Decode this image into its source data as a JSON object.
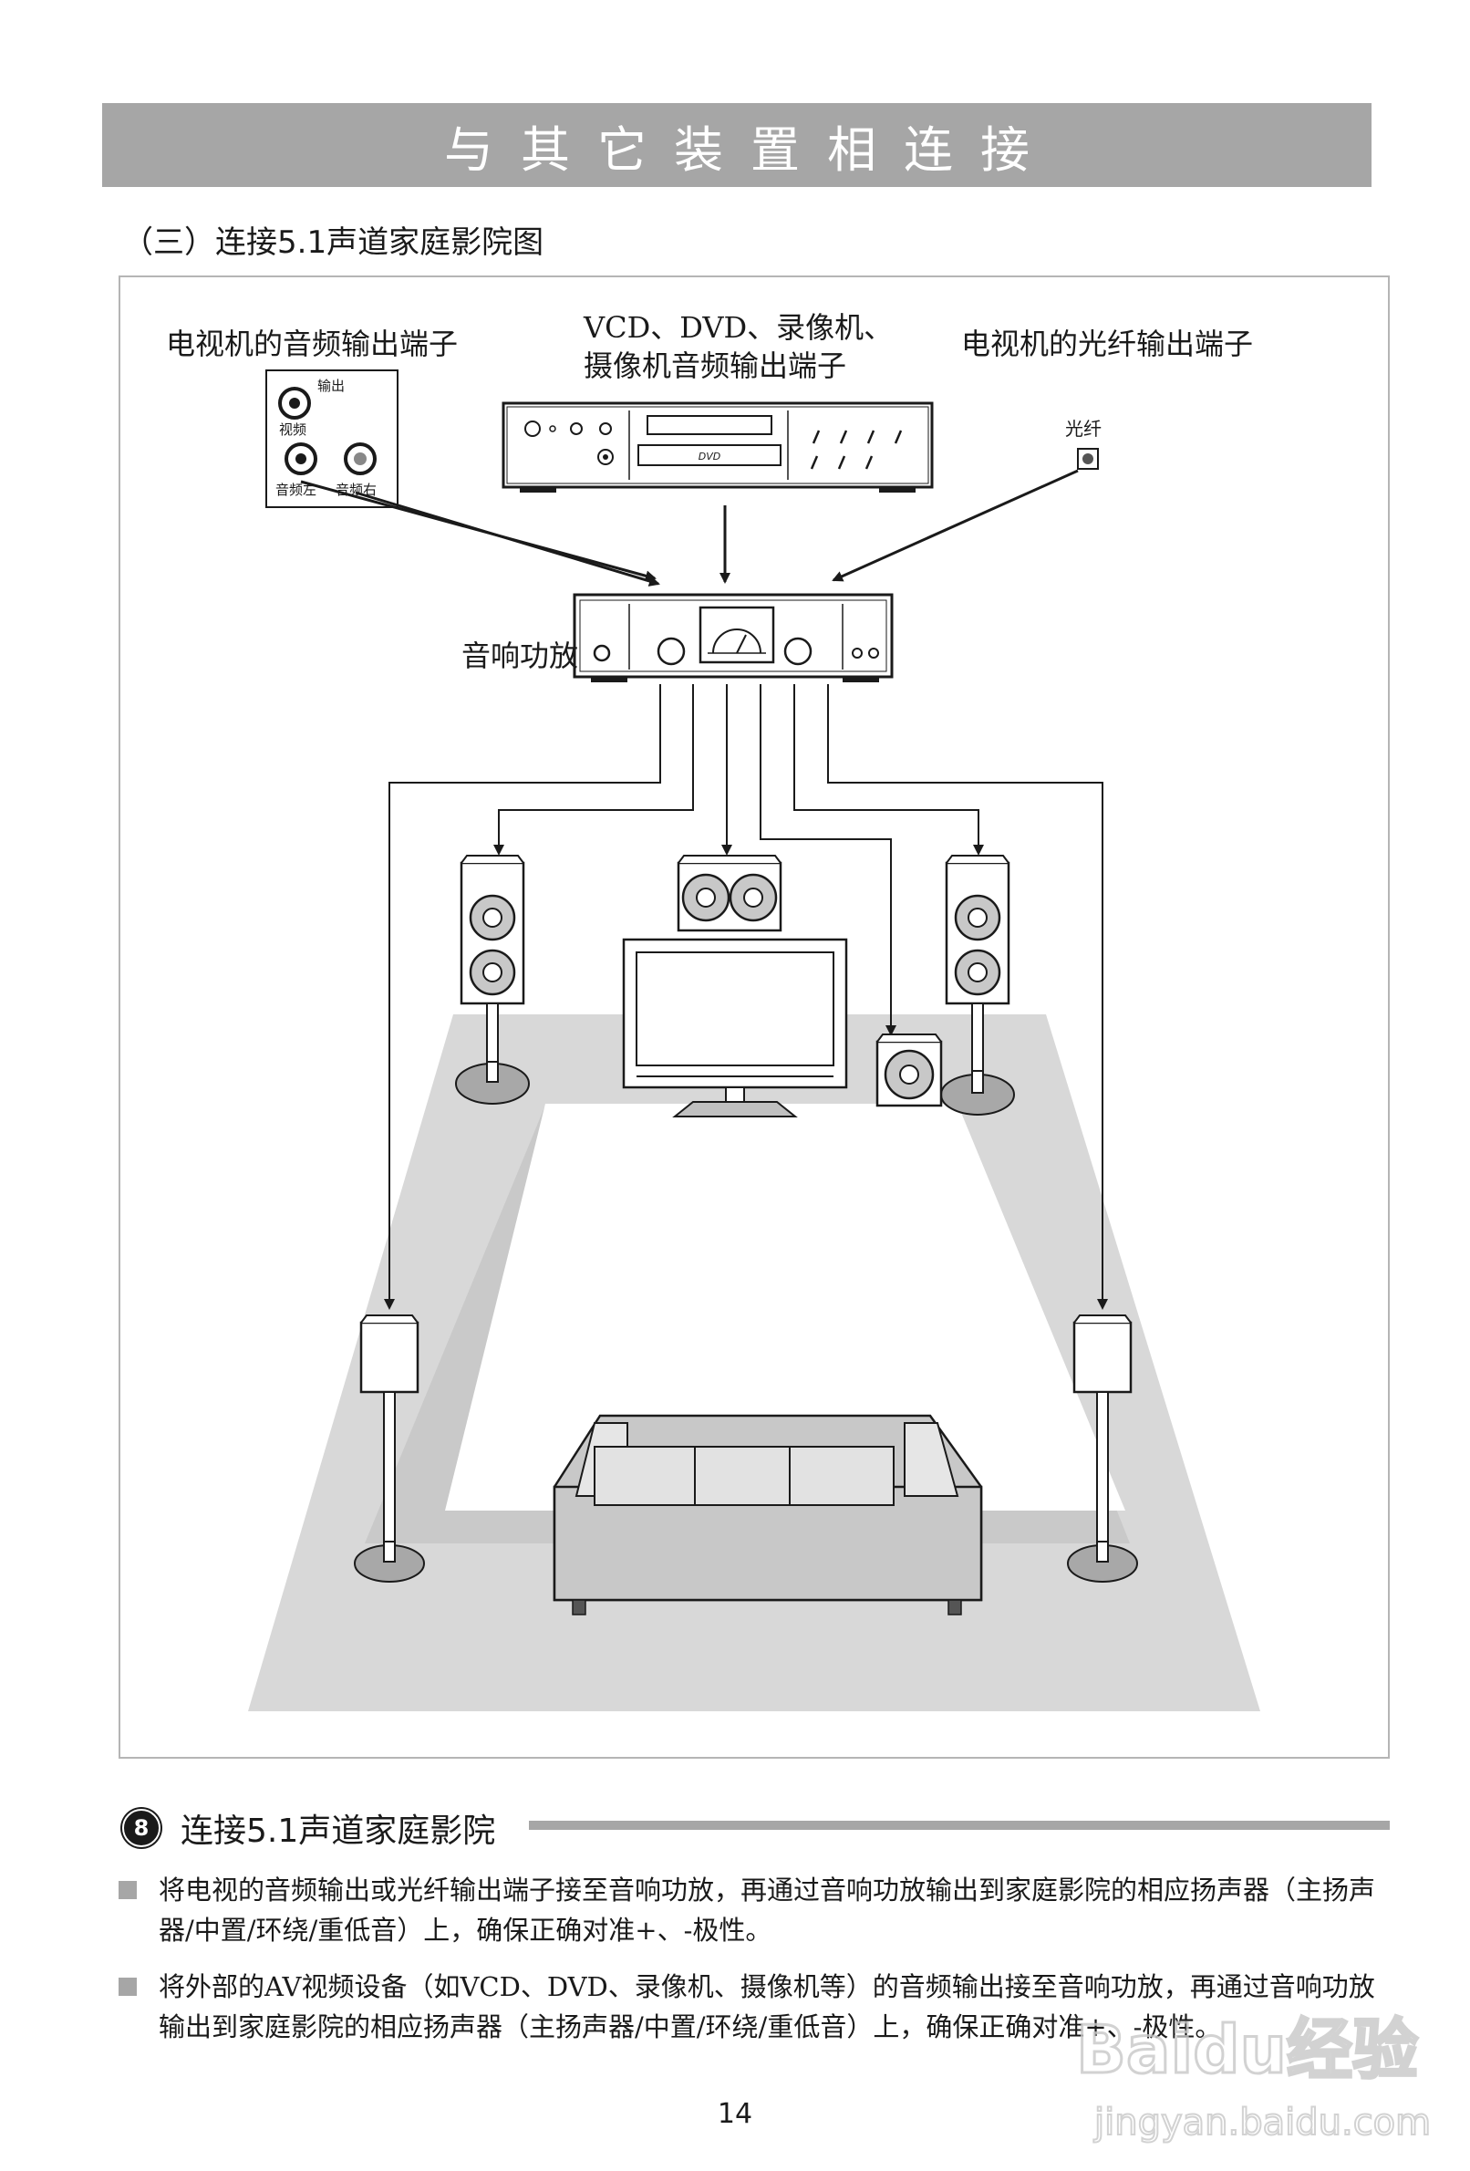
{
  "banner": {
    "title": "与其它装置相连接"
  },
  "subtitle": "（三）连接5.1声道家庭影院图",
  "diagram": {
    "tv_audio_out_label": "电视机的音频输出端子",
    "source_label_line1": "VCD、DVD、录像机、",
    "source_label_line2": "摄像机音频输出端子",
    "tv_optical_out_label": "电视机的光纤输出端子",
    "jack_output": "输出",
    "jack_video": "视频",
    "jack_audio_left": "音频左",
    "jack_audio_right": "音频右",
    "optical_jack": "光纤",
    "dvd_logo": "DVD",
    "amplifier_label": "音响功放",
    "colors": {
      "room_floor": "#d8d8d8",
      "stroke": "#1a1a1a",
      "speaker_cone": "#c8c8c8"
    }
  },
  "section": {
    "number": "8",
    "title": "连接5.1声道家庭影院"
  },
  "bullets": [
    {
      "text": "将电视的音频输出或光纤输出端子接至音响功放，再通过音响功放输出到家庭影院的相应扬声器（主扬声器/中置/环绕/重低音）上，确保正确对准+、-极性。"
    },
    {
      "text": "将外部的AV视频设备（如VCD、DVD、录像机、摄像机等）的音频输出接至音响功放，再通过音响功放输出到家庭影院的相应扬声器（主扬声器/中置/环绕/重低音）上，确保正确对准+、-极性。"
    }
  ],
  "page_number": "14",
  "watermark": {
    "brand": "Baidu经验",
    "url": "jingyan.baidu.com"
  }
}
